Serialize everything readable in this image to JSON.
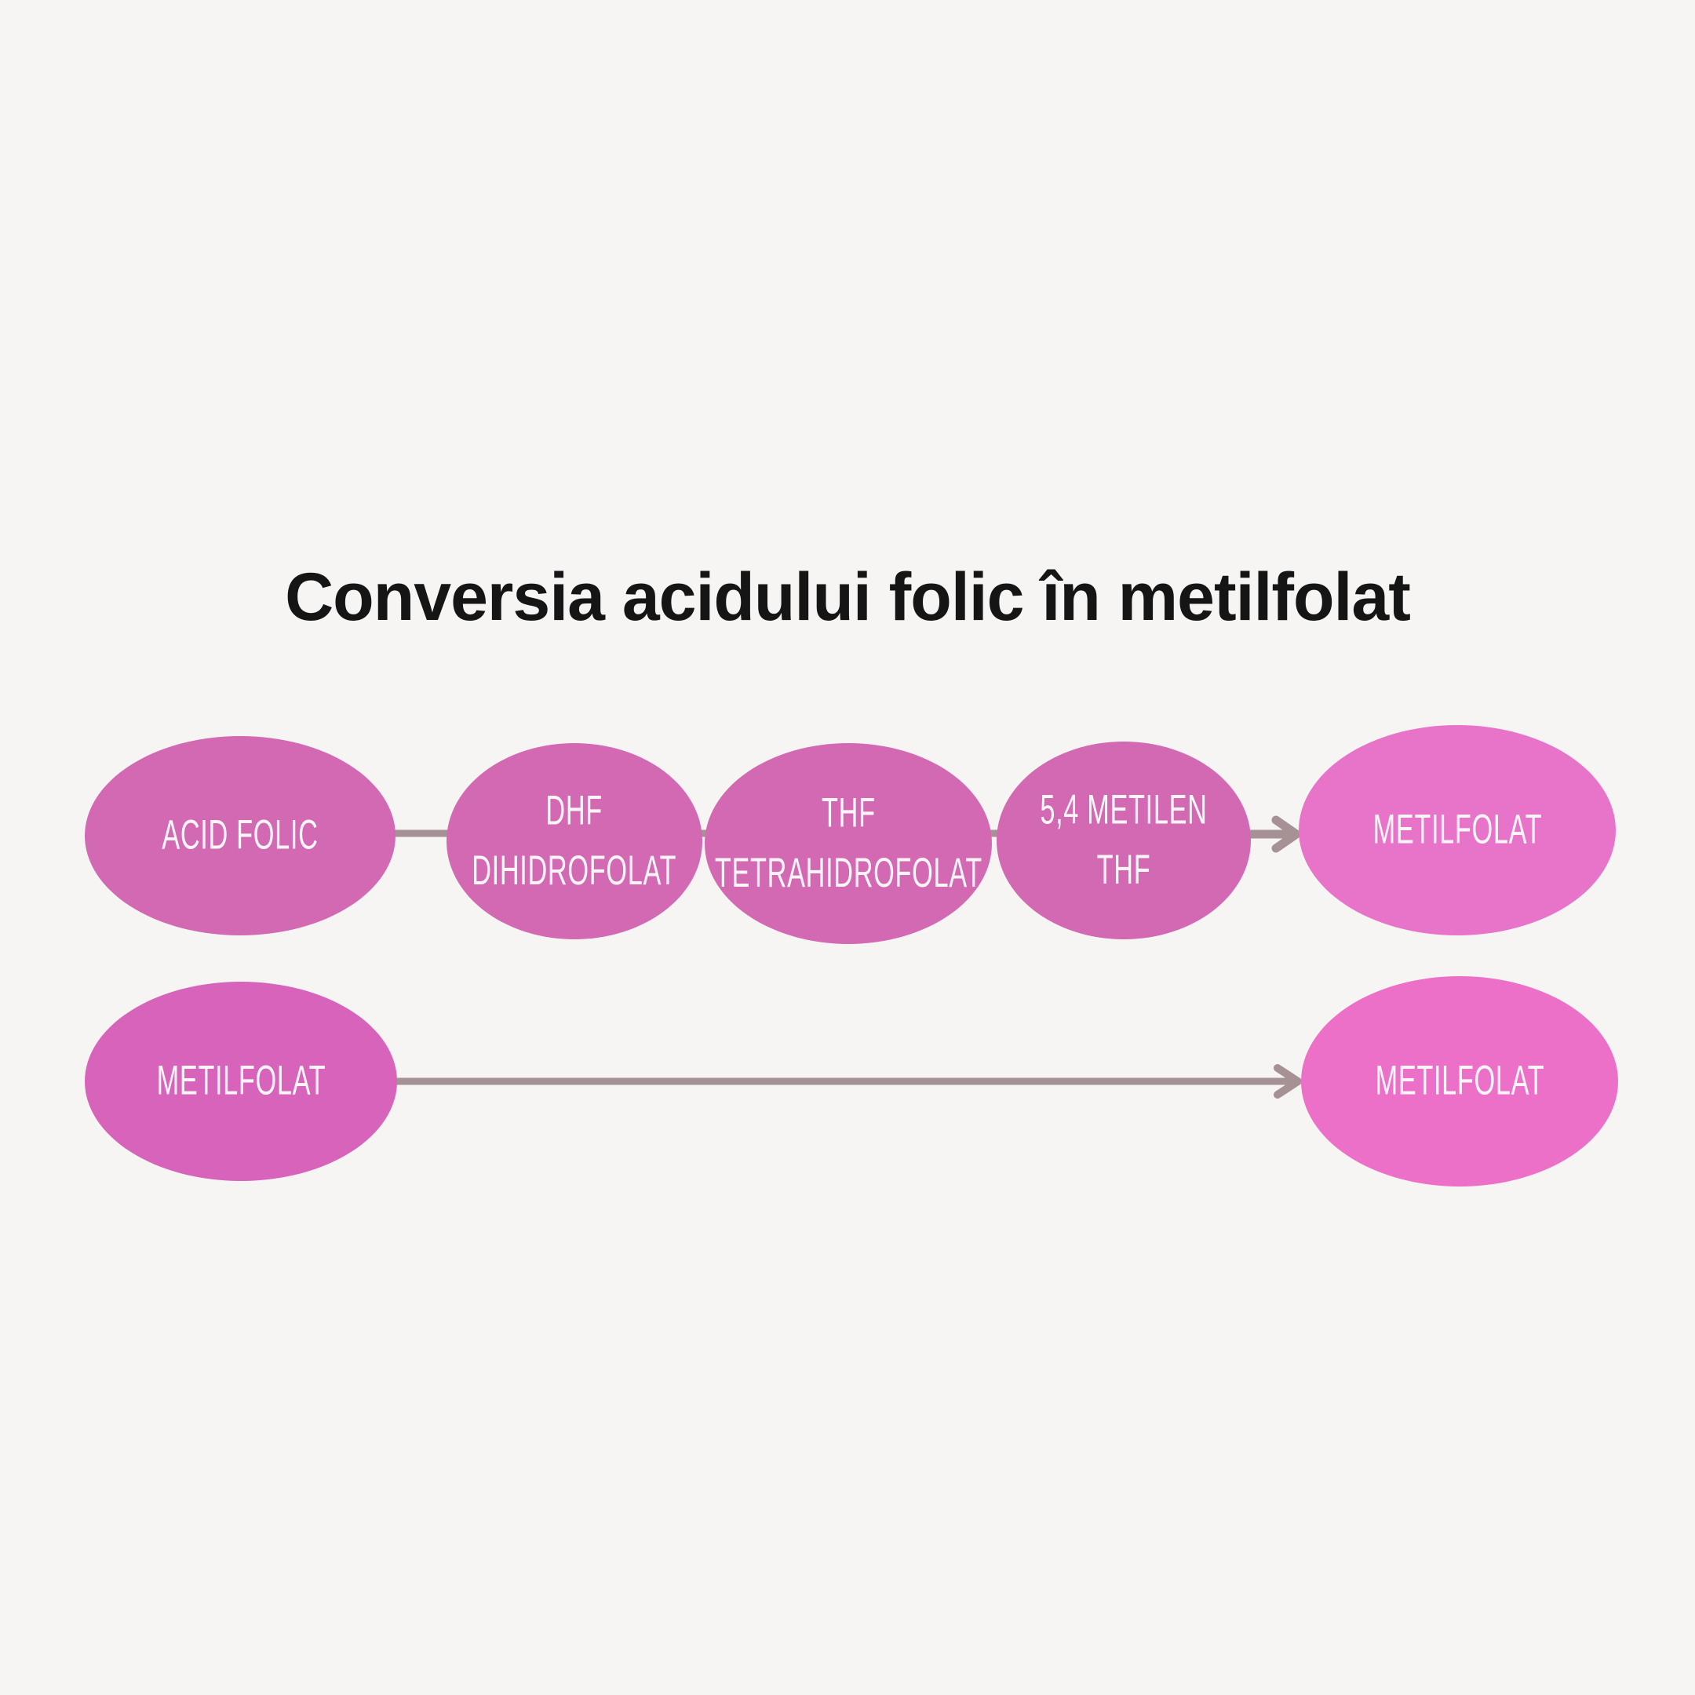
{
  "title": "Conversia acidului folic în metilfolat",
  "colors": {
    "background": "#f6f5f4",
    "title_text": "#151515",
    "node_fill_muted_pink": "#d368b3",
    "node_fill_bright_pink_top": "#e874c9",
    "node_fill_bottom_left": "#d863bb",
    "node_fill_bottom_right": "#ed70c8",
    "node_text": "#fbf5f9",
    "connector": "#a69194"
  },
  "diagram": {
    "nodes": [
      {
        "id": "acid-folic",
        "label": "ACID FOLIC"
      },
      {
        "id": "dhf-dihidrofolat",
        "label": "DHF\nDIHIDROFOLAT"
      },
      {
        "id": "thf-tetrahidrofolat",
        "label": "THF\nTETRAHIDROFOLAT"
      },
      {
        "id": "metilen-thf",
        "label": "5,4 METILEN THF"
      },
      {
        "id": "metilfolat-top-right",
        "label": "METILFOLAT"
      },
      {
        "id": "metilfolat-bottom-left",
        "label": "METILFOLAT"
      },
      {
        "id": "metilfolat-bottom-right",
        "label": "METILFOLAT"
      }
    ],
    "edges": [
      {
        "from": "acid-folic",
        "to": "dhf-dihidrofolat",
        "style": "line"
      },
      {
        "from": "dhf-dihidrofolat",
        "to": "thf-tetrahidrofolat",
        "style": "line"
      },
      {
        "from": "thf-tetrahidrofolat",
        "to": "metilen-thf",
        "style": "line"
      },
      {
        "from": "metilen-thf",
        "to": "metilfolat-top-right",
        "style": "arrow"
      },
      {
        "from": "metilfolat-bottom-left",
        "to": "metilfolat-bottom-right",
        "style": "arrow"
      }
    ]
  }
}
